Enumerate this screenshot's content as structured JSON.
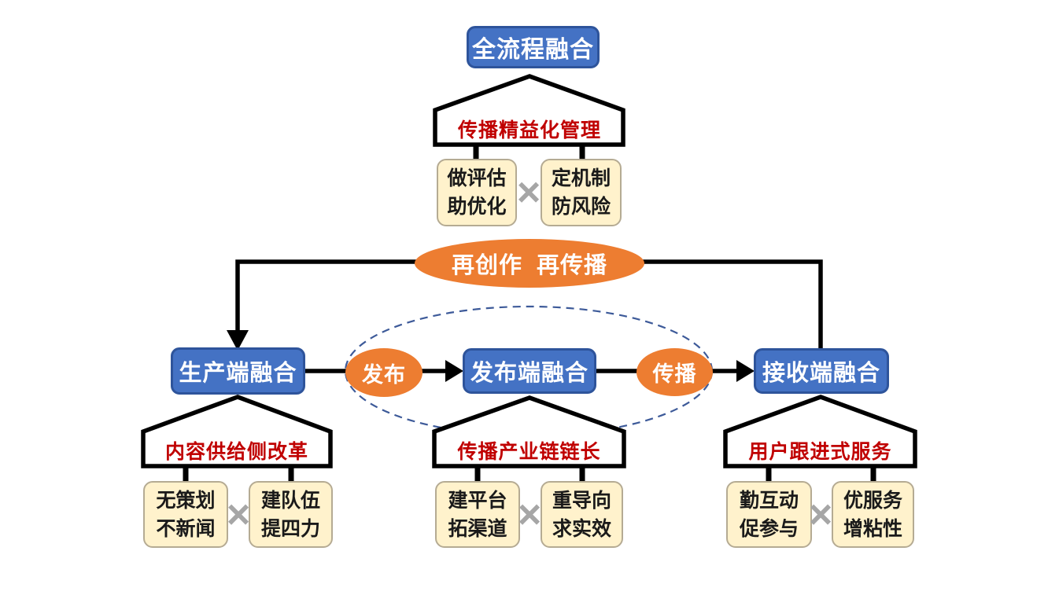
{
  "title_box": "全流程融合",
  "top_house": "传播精益化管理",
  "top_cards": [
    {
      "line1": "做评估",
      "line2": "助优化"
    },
    {
      "line1": "定机制",
      "line2": "防风险"
    }
  ],
  "multiply": "×",
  "loop": {
    "label": "再创作  再传播"
  },
  "flow": {
    "producer": "生产端融合",
    "publish_edge": "发布",
    "publisher": "发布端融合",
    "spread_edge": "传播",
    "receiver": "接收端融合"
  },
  "branches": [
    {
      "house": "内容供给侧改革",
      "cards": [
        {
          "line1": "无策划",
          "line2": "不新闻"
        },
        {
          "line1": "建队伍",
          "line2": "提四力"
        }
      ]
    },
    {
      "house": "传播产业链链长",
      "cards": [
        {
          "line1": "建平台",
          "line2": "拓渠道"
        },
        {
          "line1": "重导向",
          "line2": "求实效"
        }
      ]
    },
    {
      "house": "用户跟进式服务",
      "cards": [
        {
          "line1": "勤互动",
          "line2": "促参与"
        },
        {
          "line1": "优服务",
          "line2": "增粘性"
        }
      ]
    }
  ],
  "colors": {
    "blue": "#4472C4",
    "blue_border": "#2E549B",
    "orange": "#ED7D31",
    "cream": "#FFF2CC",
    "cream_border": "#B5AB93",
    "red_text": "#C00000",
    "x_gray": "#A6A6A6",
    "dash_blue": "#3D5A99",
    "line_black": "#000000"
  }
}
